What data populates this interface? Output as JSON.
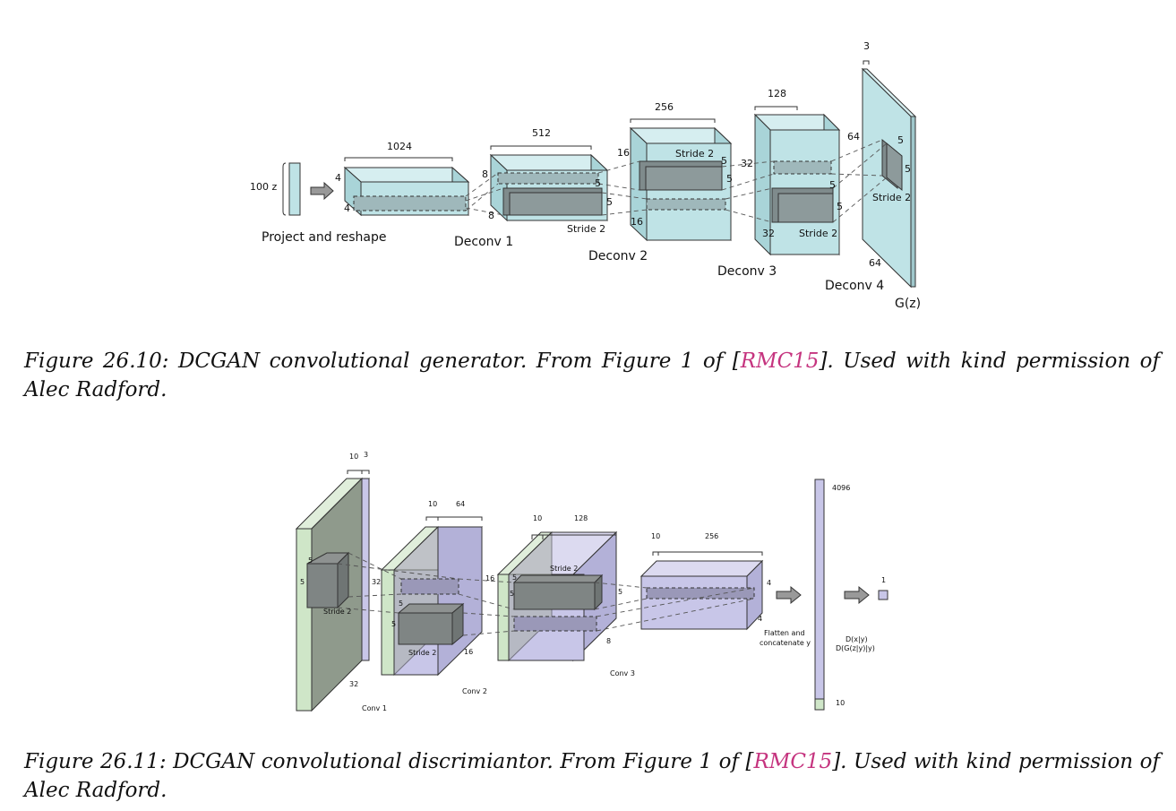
{
  "figure1": {
    "labels": {
      "z_dim": "100 z",
      "project": "Project and reshape",
      "d1": "Deconv 1",
      "d2": "Deconv 2",
      "d3": "Deconv 3",
      "d4": "Deconv 4",
      "gz": "G(z)",
      "n1024": "1024",
      "n4a": "4",
      "n4b": "4",
      "n512": "512",
      "n8a": "8",
      "n8b": "8",
      "n5a": "5",
      "n5b": "5",
      "stride_d1": "Stride 2",
      "n256": "256",
      "n16a": "16",
      "n16b": "16",
      "n5c": "5",
      "n5d": "5",
      "stride_d2": "Stride 2",
      "n128": "128",
      "n32a": "32",
      "n32b": "32",
      "n5e": "5",
      "n5f": "5",
      "stride_d3": "Stride 2",
      "n3": "3",
      "n64a": "64",
      "n64b": "64",
      "n5g": "5",
      "n5h": "5",
      "stride_d4": "Stride 2"
    },
    "caption": {
      "prefix": "Figure 26.10: DCGAN convolutional generator. From Figure 1 of [",
      "cite": "RMC15",
      "suffix": "]. Used with kind permission of Alec Radford."
    }
  },
  "figure2": {
    "labels": {
      "c1": "Conv 1",
      "c2": "Conv 2",
      "c3": "Conv 3",
      "n10a": "10",
      "n3": "3",
      "n5a": "5",
      "n5b": "5",
      "n32a": "32",
      "n32b": "32",
      "stride_c1": "Stride 2",
      "n10b": "10",
      "n64": "64",
      "n5c": "5",
      "n5d": "5",
      "n16a": "16",
      "n16b": "16",
      "stride_c2": "Stride 2",
      "n10c": "10",
      "n128": "128",
      "n5e": "5",
      "n5f": "5",
      "n5g": "5",
      "n8": "8",
      "stride_c3": "Stride 2",
      "n10d": "10",
      "n256": "256",
      "n4a": "4",
      "n4b": "4",
      "flatten1": "Flatten and",
      "flatten2": "concatenate y",
      "n4096": "4096",
      "n10e": "10",
      "n1": "1",
      "dxy": "D(x|y)",
      "dgz": "D(G(z|y)|y)"
    },
    "caption": {
      "prefix": "Figure 26.11: DCGAN convolutional discrimiantor. From Figure 1 of [",
      "cite": "RMC15",
      "suffix": "]. Used with kind permission of Alec Radford."
    }
  },
  "colors": {
    "teal": "#bfe3e6",
    "lavender": "#c8c6e8",
    "green": "#cfe6c8",
    "citation": "#c5347f"
  }
}
